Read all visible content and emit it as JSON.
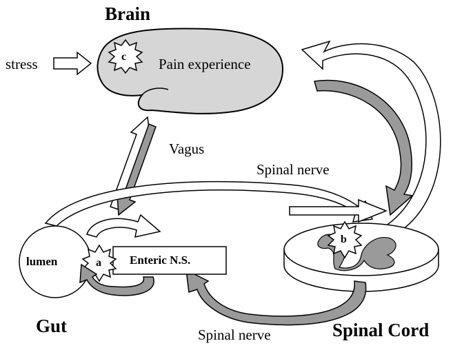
{
  "title_brain": "Brain",
  "title_gut": "Gut",
  "title_spinal_cord": "Spinal Cord",
  "label_stress": "stress",
  "label_pain_experience": "Pain experience",
  "label_vagus": "Vagus",
  "label_spinal_nerve_top": "Spinal nerve",
  "label_spinal_nerve_bottom": "Spinal nerve",
  "label_lumen": "lumen",
  "label_enteric": "Enteric N.S.",
  "markers": {
    "a": "a",
    "b": "b",
    "c": "c"
  },
  "colors": {
    "organ_fill": "#d6d6d6",
    "arrow_dark": "#9a9a9a",
    "arrow_light": "#ffffff",
    "stroke": "#000000"
  }
}
